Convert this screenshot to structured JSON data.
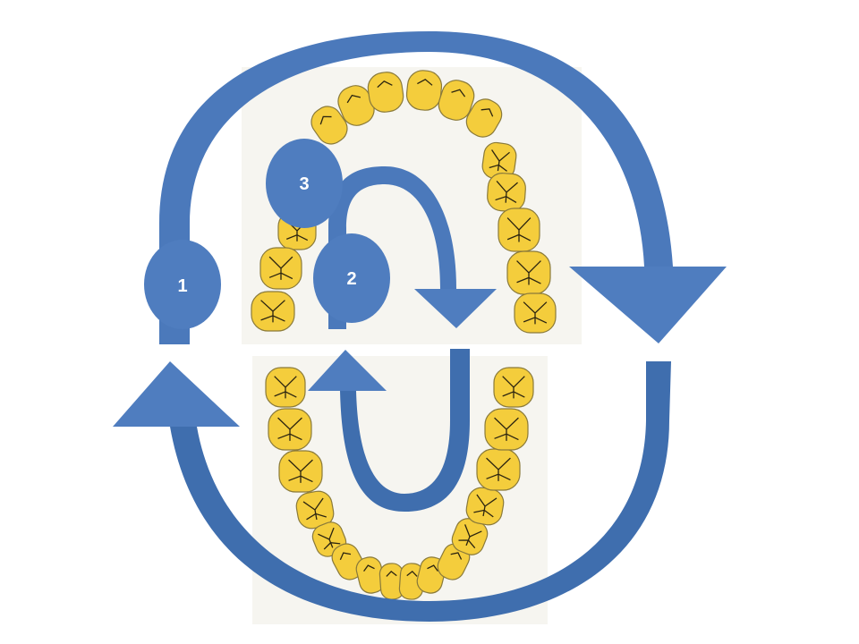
{
  "colors": {
    "arrow": "#4f7dbf",
    "arrow_dark": "#3d6aa6",
    "badge": "#4f7dbf",
    "tooth_fill": "#f4cd3c",
    "tooth_stroke": "#8a7a3a",
    "fissure": "#2b2410",
    "pad": "#f5f4ee"
  },
  "icons": {
    "upper_arch": "upper-dental-arch-icon",
    "lower_arch": "lower-dental-arch-icon"
  },
  "steps": [
    {
      "label": "1"
    },
    {
      "label": "2"
    },
    {
      "label": "3"
    }
  ]
}
